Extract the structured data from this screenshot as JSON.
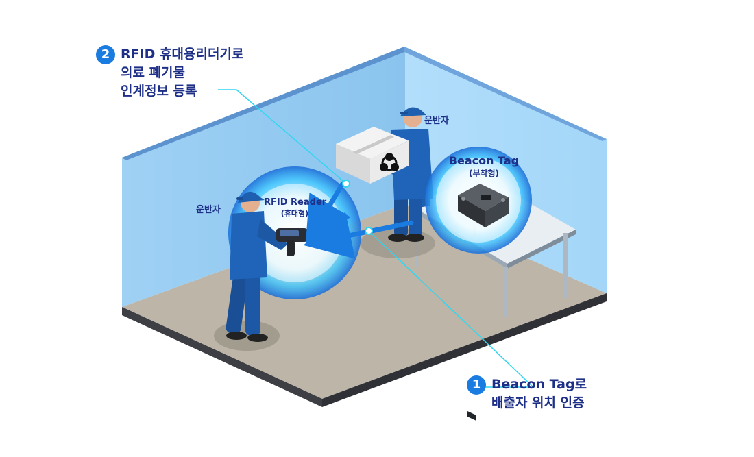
{
  "callouts": [
    {
      "number": "2",
      "lines": [
        "RFID 휴대용리더기로",
        "의료 폐기물",
        "인계정보 등록"
      ]
    },
    {
      "number": "1",
      "lines": [
        "Beacon Tag로",
        "배출자 위치 인증"
      ]
    }
  ],
  "labels": {
    "worker_front": "운반자",
    "worker_back": "운반자",
    "reader_title": "RFID Reader",
    "reader_sub": "(휴대형)",
    "beacon_title": "Beacon Tag",
    "beacon_sub": "(부착형)"
  },
  "icons": [
    "biohazard-icon",
    "rfid-reader-icon",
    "beacon-tag-icon"
  ],
  "colors": {
    "wall": "#a7d6f7",
    "floor": "#bdb6a8",
    "accent": "#1a7be0",
    "text": "#1d2f87",
    "uniform": "#1f5fb0",
    "signal": "#48e4ff"
  }
}
